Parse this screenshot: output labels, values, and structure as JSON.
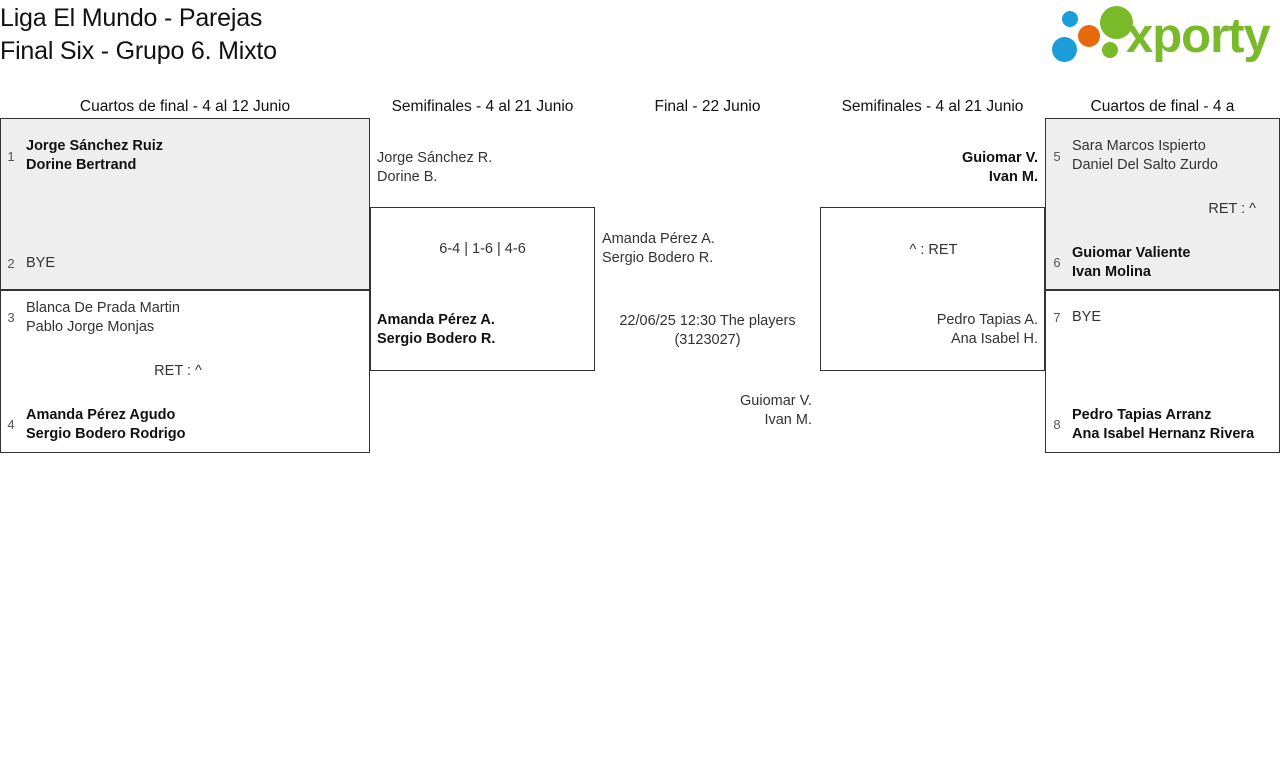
{
  "header": {
    "title": "Liga El Mundo - Parejas\nFinal Six - Grupo 6. Mixto",
    "logo_text": "xporty",
    "logo_colors": {
      "green": "#7ab929",
      "blue": "#1b9dd9",
      "orange": "#e8690b"
    }
  },
  "rounds": [
    {
      "id": "qf-left",
      "label": "Cuartos de final - 4 al 12 Junio"
    },
    {
      "id": "sf-left",
      "label": "Semifinales - 4 al 21 Junio"
    },
    {
      "id": "final",
      "label": "Final - 22 Junio"
    },
    {
      "id": "sf-right",
      "label": "Semifinales - 4 al 21 Junio"
    },
    {
      "id": "qf-right",
      "label": "Cuartos de final - 4 a"
    }
  ],
  "matches": {
    "qf1": {
      "top": {
        "seed": "1",
        "names": "Jorge Sánchez Ruiz\nDorine Bertrand",
        "winner": true
      },
      "bottom": {
        "seed": "2",
        "names": "BYE",
        "winner": false
      },
      "score": ""
    },
    "qf2": {
      "top": {
        "seed": "3",
        "names": "Blanca De Prada Martin\nPablo Jorge Monjas",
        "winner": false
      },
      "bottom": {
        "seed": "4",
        "names": "Amanda Pérez Agudo\nSergio Bodero Rodrigo",
        "winner": true
      },
      "score": "RET : ^"
    },
    "qf3": {
      "top": {
        "seed": "5",
        "names": "Sara Marcos Ispierto\nDaniel Del Salto Zurdo",
        "winner": false
      },
      "bottom": {
        "seed": "6",
        "names": "Guiomar Valiente\nIvan Molina",
        "winner": true
      },
      "score": "RET : ^"
    },
    "qf4": {
      "top": {
        "seed": "7",
        "names": "BYE",
        "winner": false
      },
      "bottom": {
        "seed": "8",
        "names": "Pedro Tapias Arranz\nAna Isabel Hernanz Rivera",
        "winner": true
      },
      "score": ""
    },
    "sf1": {
      "top": {
        "names": "Jorge Sánchez R.\nDorine B.",
        "winner": false
      },
      "bottom": {
        "names": "Amanda Pérez A.\nSergio Bodero R.",
        "winner": true
      },
      "score": "6-4 | 1-6 | 4-6"
    },
    "sf2": {
      "top": {
        "names": "Guiomar V.\nIvan M.",
        "winner": true
      },
      "bottom": {
        "names": "Pedro Tapias A.\nAna Isabel H.",
        "winner": false
      },
      "score": "^ : RET"
    },
    "final": {
      "top": {
        "names": "Amanda Pérez A.\nSergio Bodero R.",
        "winner": false
      },
      "bottom": {
        "names": "Guiomar V.\nIvan M.",
        "winner": false
      },
      "info": "22/06/25 12:30 The players\n(3123027)"
    }
  }
}
